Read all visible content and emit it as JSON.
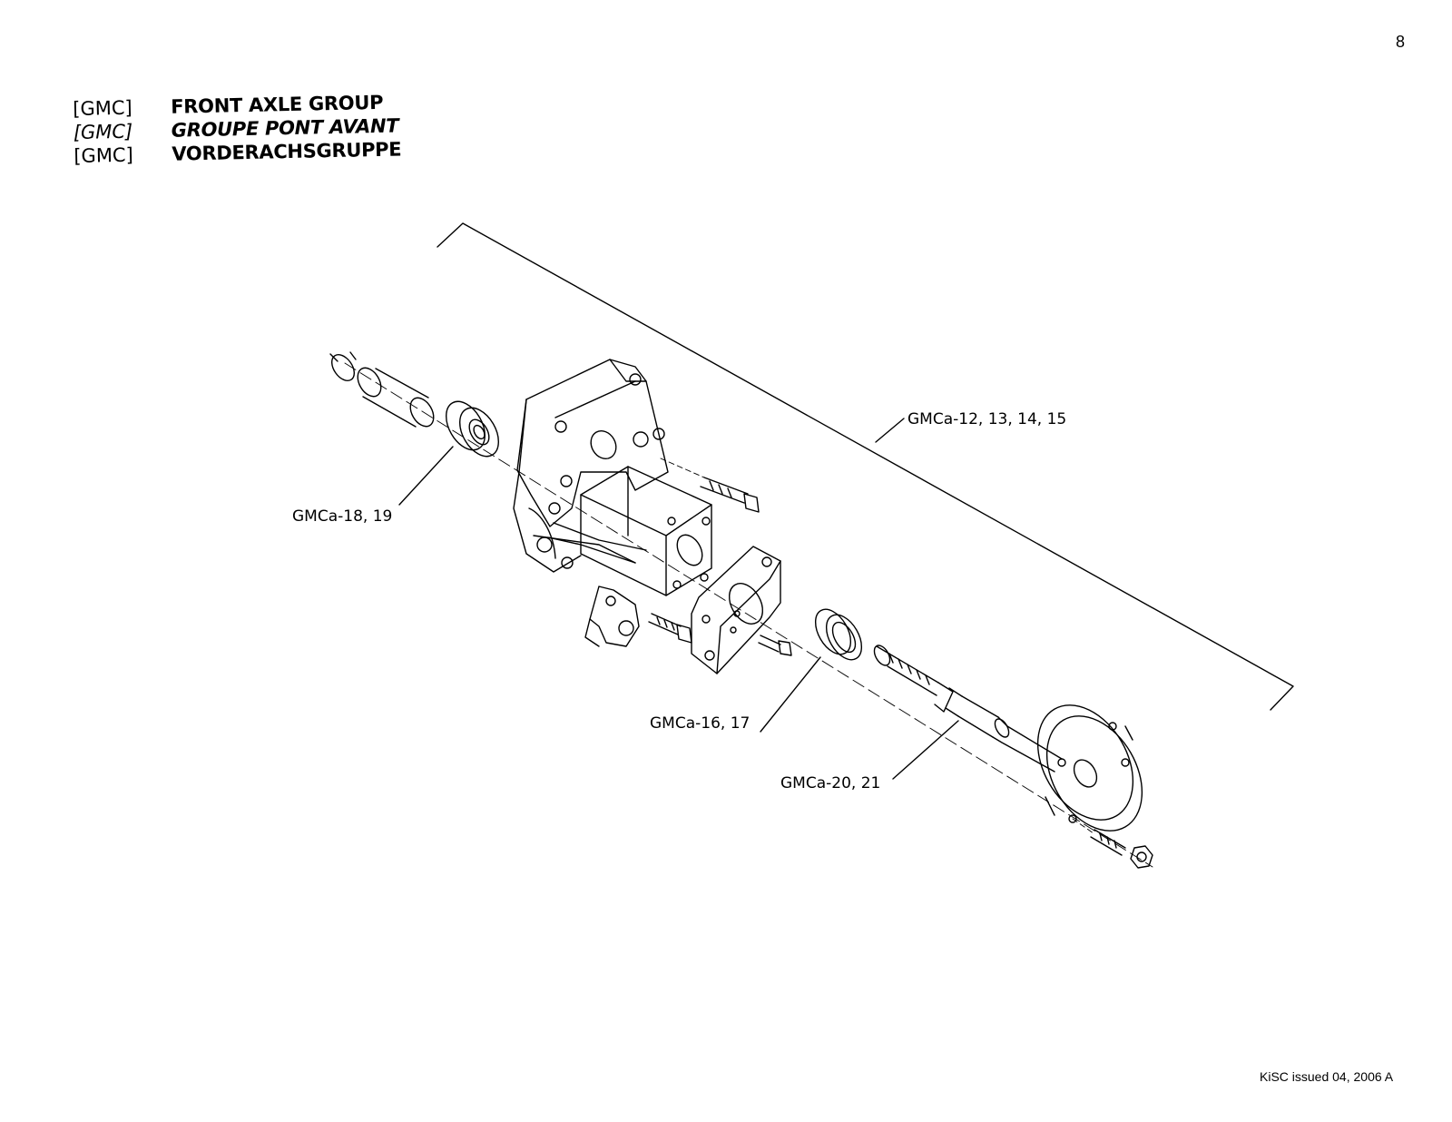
{
  "page_number": "8",
  "title": {
    "rows": [
      {
        "code": "[GMC]",
        "text": "FRONT AXLE GROUP"
      },
      {
        "code": "[GMC]",
        "text": "GROUPE PONT AVANT"
      },
      {
        "code": "[GMC]",
        "text": "VORDERACHSGRUPPE"
      }
    ]
  },
  "callouts": {
    "gmca_12_15": "GMCa-12, 13, 14, 15",
    "gmca_18_19": "GMCa-18, 19",
    "gmca_16_17": "GMCa-16, 17",
    "gmca_20_21": "GMCa-20, 21"
  },
  "footer": "KiSC issued 04, 2006 A"
}
